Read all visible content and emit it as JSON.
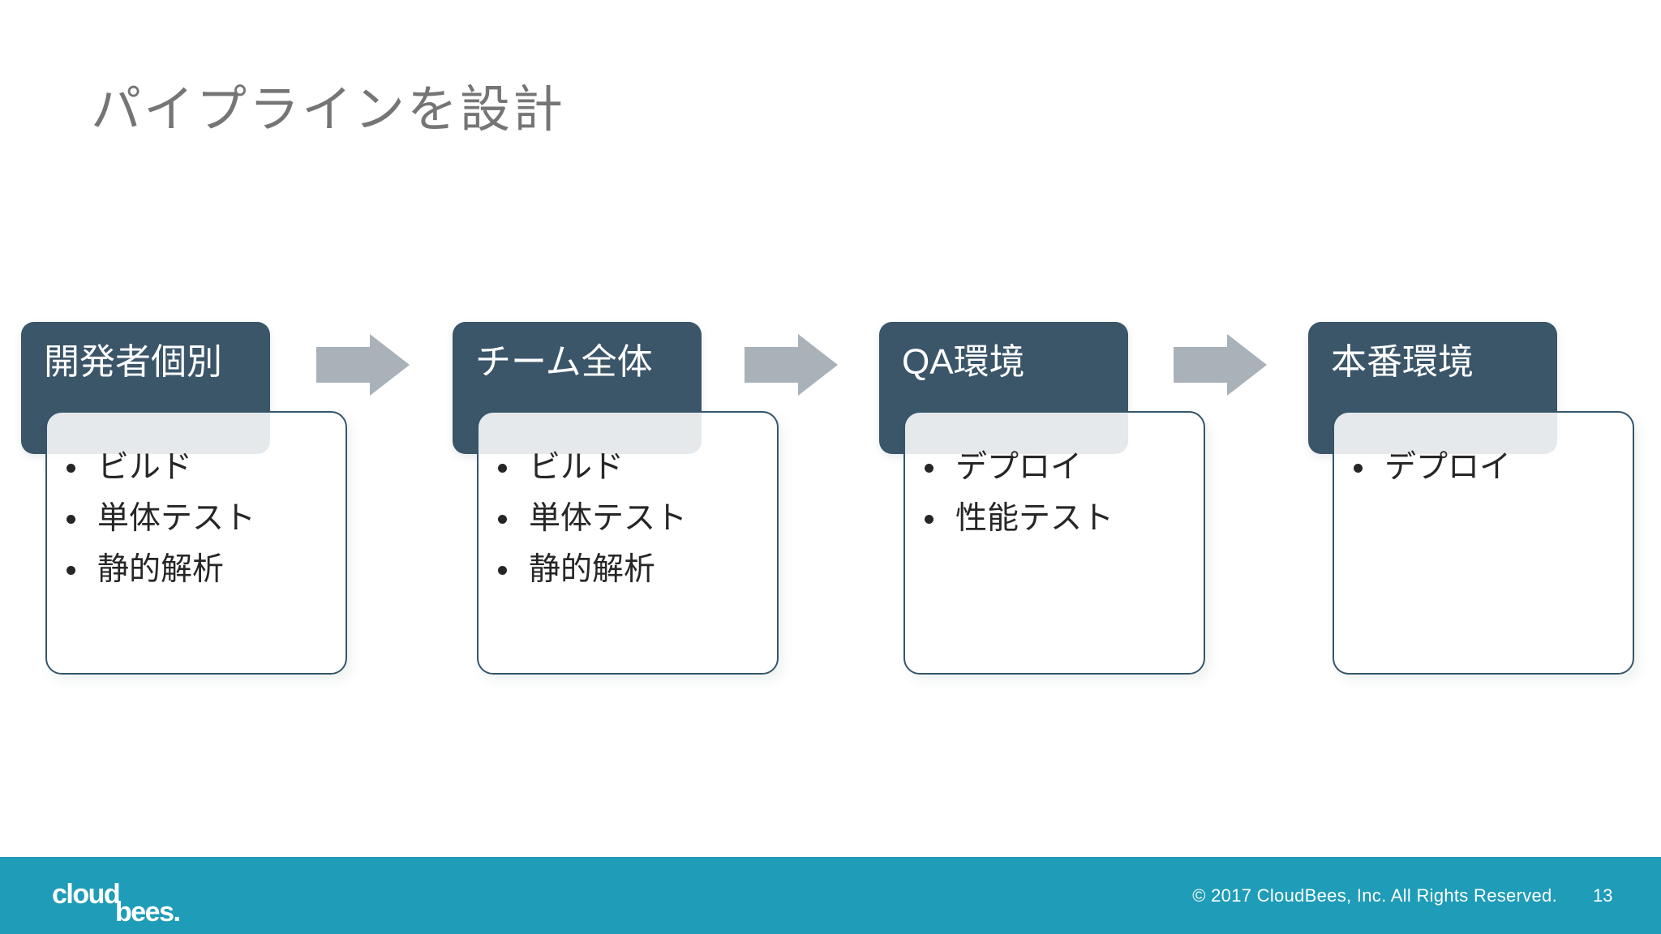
{
  "slide": {
    "title": "パイプラインを設計",
    "stages": [
      {
        "title": "開発者個別",
        "items": [
          "ビルド",
          "単体テスト",
          "静的解析"
        ]
      },
      {
        "title": "チーム全体",
        "items": [
          "ビルド",
          "単体テスト",
          "静的解析"
        ]
      },
      {
        "title": "QA環境",
        "items": [
          "デプロイ",
          "性能テスト"
        ]
      },
      {
        "title": "本番環境",
        "items": [
          "デプロイ"
        ]
      }
    ],
    "footer": {
      "logo_line1": "cloud",
      "logo_line2": "bees.",
      "copyright": "© 2017 CloudBees, Inc. All Rights Reserved.",
      "page_number": "13"
    }
  },
  "icons": [
    "block-arrow-right-icon"
  ],
  "colors": {
    "stage_header_fill": "#3B5569",
    "stage_body_border": "#35566B",
    "stage_body_tint": "#E6EAEC",
    "arrow_gray": "#A9B1B9",
    "title_gray": "#757575",
    "bullet_text": "#262626",
    "footer_teal": "#1E9CB8",
    "background": "#FFFFFF"
  }
}
